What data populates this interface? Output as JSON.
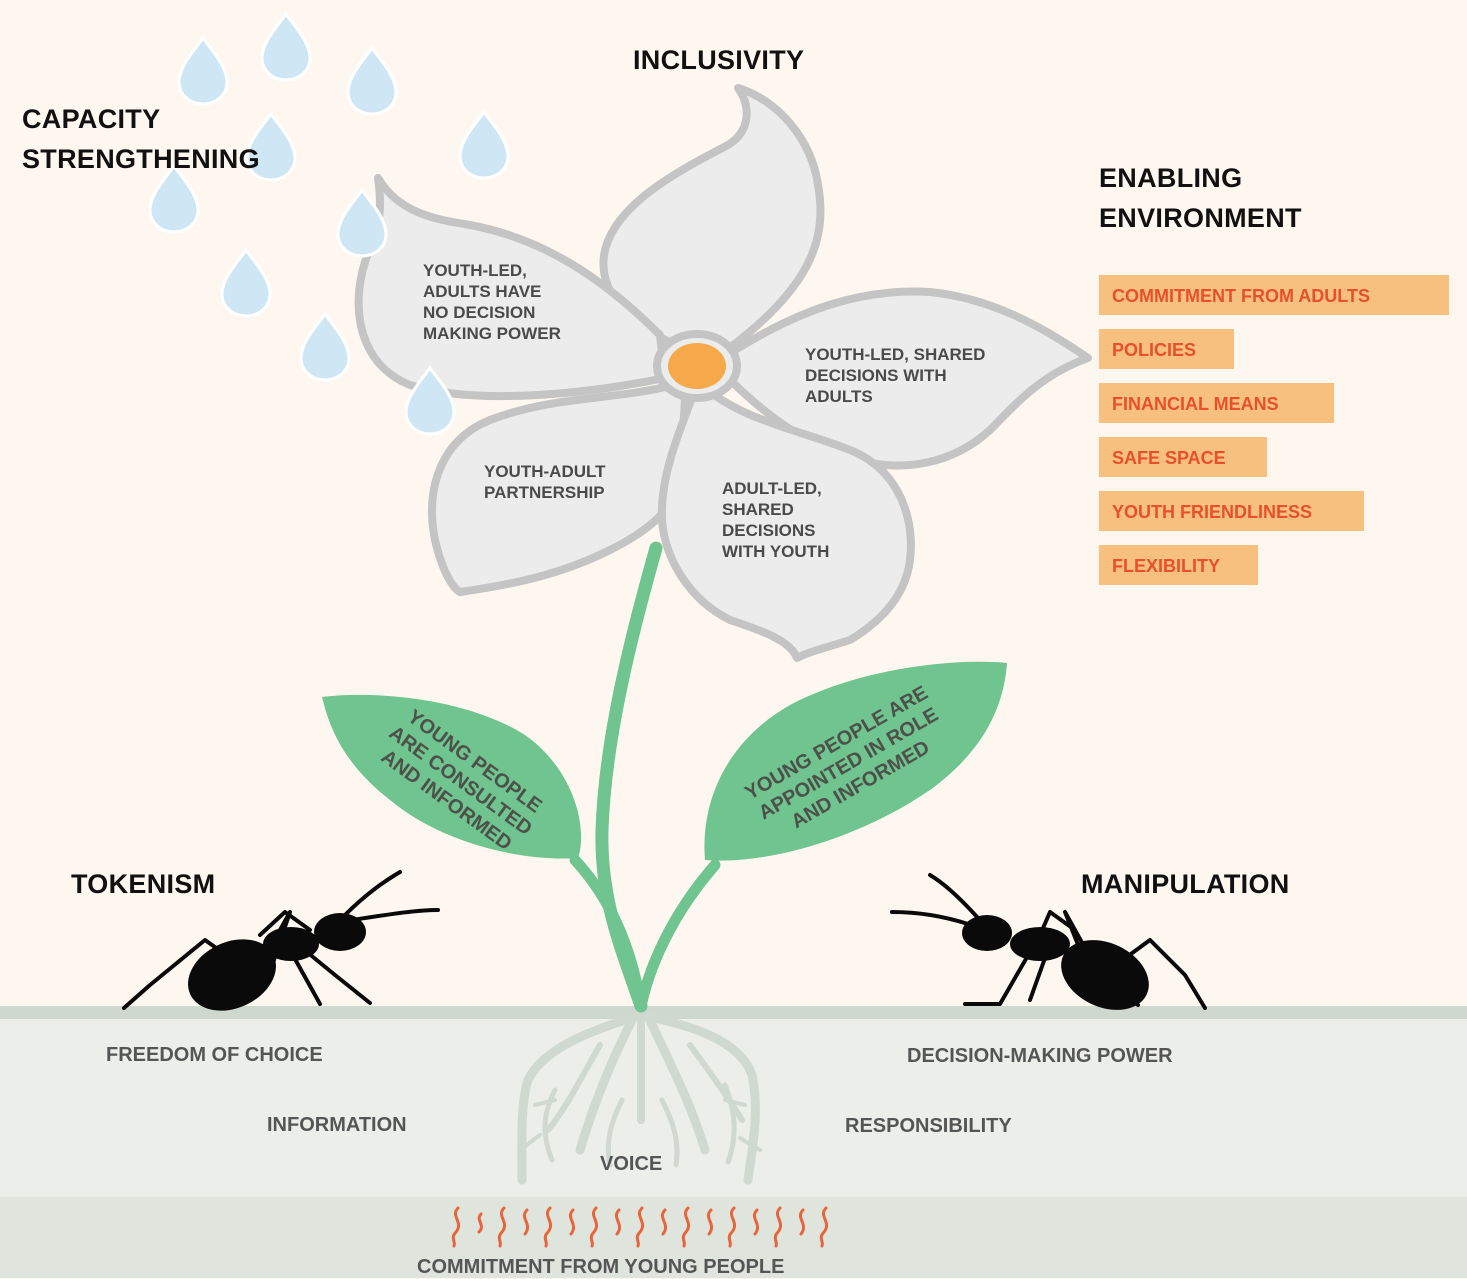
{
  "titles": {
    "inclusivity": "INCLUSIVITY",
    "capacity_line1": "CAPACITY",
    "capacity_line2": "STRENGTHENING",
    "enabling_line1": "ENABLING",
    "enabling_line2": "ENVIRONMENT",
    "tokenism": "TOKENISM",
    "manipulation": "MANIPULATION"
  },
  "petals": {
    "top_left": [
      "YOUTH-LED,",
      "ADULTS HAVE",
      "NO DECISION",
      "MAKING POWER"
    ],
    "right": [
      "YOUTH-LED, SHARED",
      "DECISIONS WITH",
      "ADULTS"
    ],
    "bottom_left": [
      "YOUTH-ADULT",
      "PARTNERSHIP"
    ],
    "bottom_right": [
      "ADULT-LED,",
      "SHARED",
      "DECISIONS",
      "WITH YOUTH"
    ]
  },
  "leaves": {
    "left": [
      "YOUNG PEOPLE",
      "ARE CONSULTED",
      "AND INFORMED"
    ],
    "right": [
      "YOUNG PEOPLE ARE",
      "APPOINTED IN ROLE",
      "AND INFORMED"
    ]
  },
  "enabling_items": [
    "COMMITMENT FROM ADULTS",
    "POLICIES",
    "FINANCIAL MEANS",
    "SAFE SPACE",
    "YOUTH FRIENDLINESS",
    "FLEXIBILITY"
  ],
  "ground": {
    "freedom": "FREEDOM OF CHOICE",
    "information": "INFORMATION",
    "voice": "VOICE",
    "decision_power": "DECISION-MAKING POWER",
    "responsibility": "RESPONSIBILITY",
    "commitment_young": "COMMITMENT FROM YOUNG PEOPLE"
  },
  "colors": {
    "background": "#fdf7f0",
    "petal_fill": "#ececec",
    "petal_outline": "#c4c4c4",
    "flower_center": "#f5a94a",
    "stem_leaf": "#6fc48f",
    "raindrop": "#cfe7f5",
    "soil": "#ebeee9",
    "soil_deep": "#dfe5dd",
    "roots": "#cfd9d0",
    "tag_fill": "#f7c07f",
    "tag_text": "#e8502a",
    "heat_waves": "#e8643a",
    "ant": "#0a0a0a"
  },
  "icons": [
    "raindrop-icon",
    "ant-icon",
    "heat-wave-icon"
  ]
}
